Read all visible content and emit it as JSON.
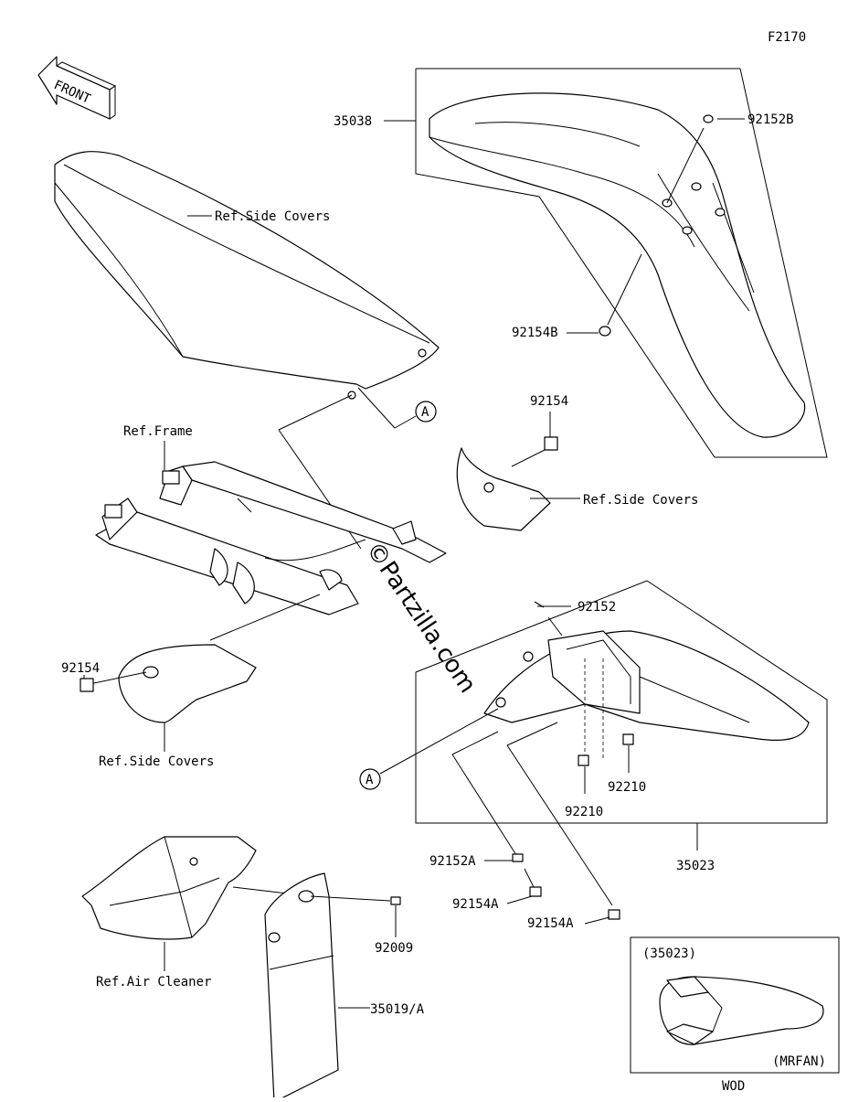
{
  "diagram_code": "F2170",
  "front_label": "FRONT",
  "watermark": "©Partzilla.com",
  "labels": {
    "part_35038": "35038",
    "part_92152B": "92152B",
    "part_92154B": "92154B",
    "ref_side_covers_seat": "Ref.Side Covers",
    "callout_a_top": "A",
    "ref_frame": "Ref.Frame",
    "part_92154_top": "92154",
    "ref_side_covers_right": "Ref.Side Covers",
    "part_92152": "92152",
    "part_92154_left": "92154",
    "ref_side_covers_left": "Ref.Side Covers",
    "callout_a_bottom": "A",
    "part_92210_a": "92210",
    "part_92210_b": "92210",
    "part_35023": "35023",
    "part_92152A": "92152A",
    "part_92154A_a": "92154A",
    "part_92154A_b": "92154A",
    "part_92009": "92009",
    "ref_air_cleaner": "Ref.Air Cleaner",
    "part_35019A": "35019/A",
    "inset_part": "(35023)",
    "inset_variant": "(MRFAN)",
    "inset_footer": "WOD"
  }
}
